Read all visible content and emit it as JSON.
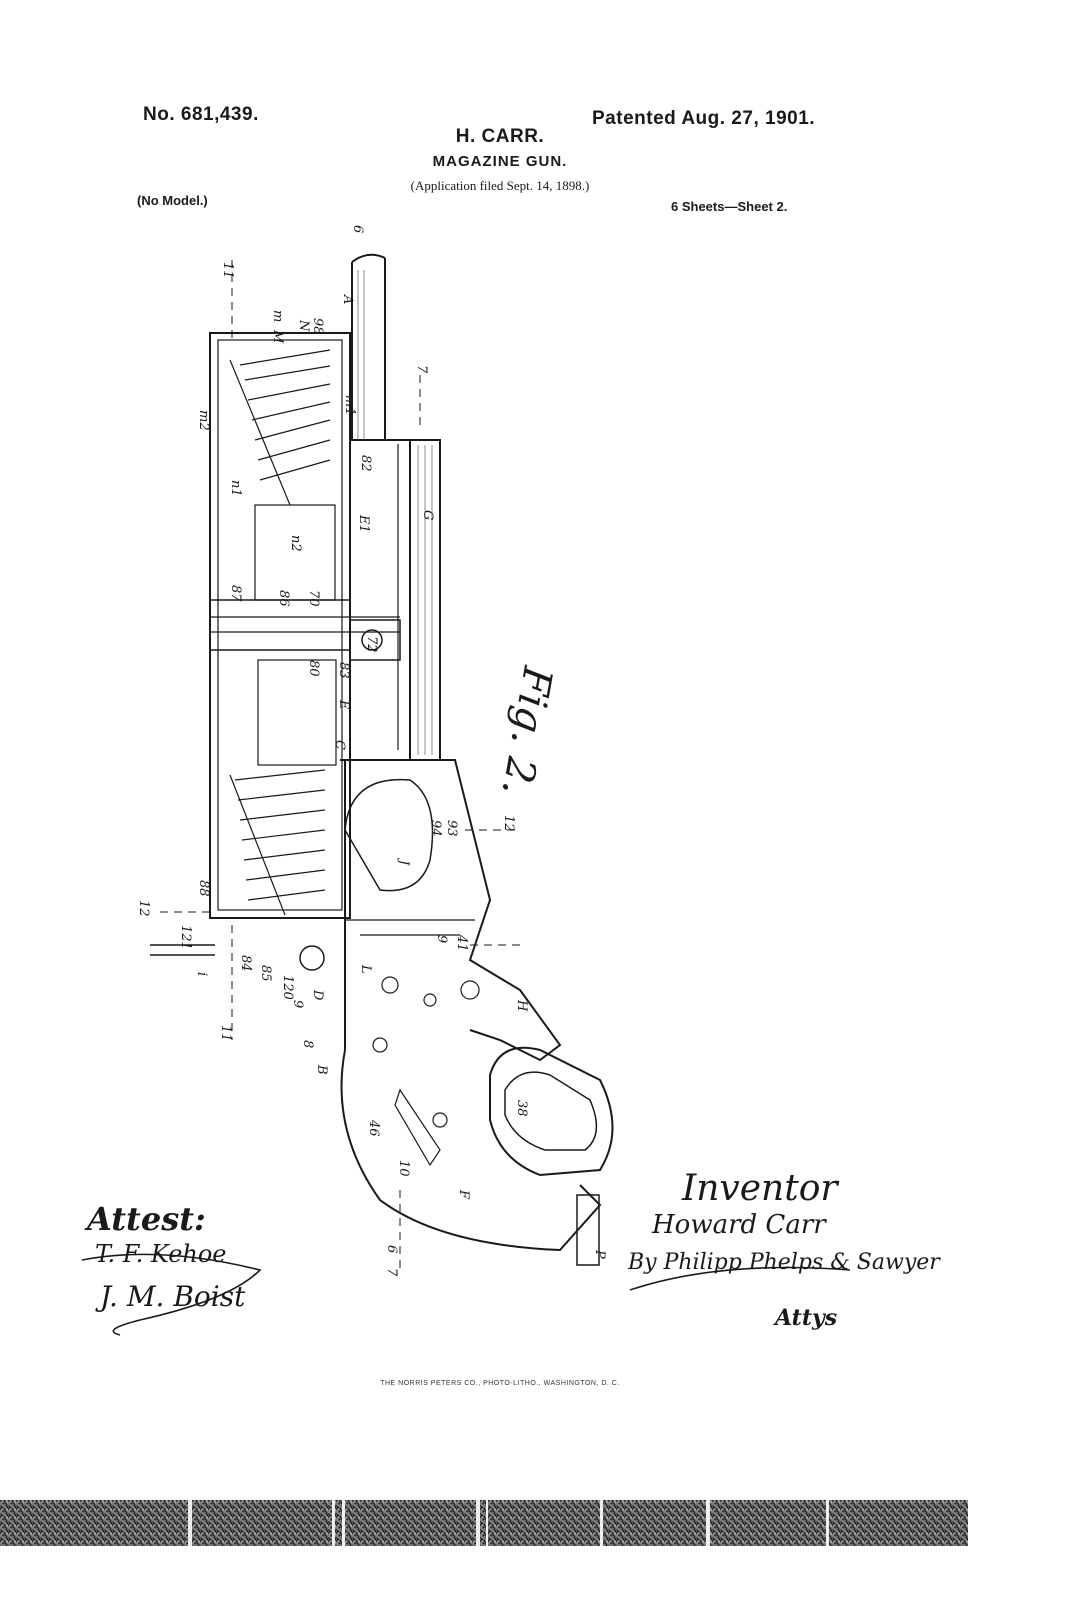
{
  "header": {
    "patent_number": "No. 681,439.",
    "patented": "Patented Aug. 27, 1901.",
    "inventor_name": "H. CARR.",
    "title": "MAGAZINE GUN.",
    "application": "(Application filed Sept. 14, 1898.)",
    "model": "(No Model.)",
    "sheets": "6 Sheets—Sheet 2."
  },
  "figure": {
    "label": "Fig. 2."
  },
  "reference_labels": [
    "11",
    "6",
    "A",
    "m",
    "M",
    "N",
    "98",
    "7",
    "m1",
    "82",
    "m2",
    "n1",
    "n2",
    "E1",
    "G",
    "87",
    "86",
    "70",
    "72",
    "80",
    "83",
    "E",
    "C",
    "12",
    "93",
    "94",
    "J",
    "12",
    "121",
    "88",
    "i",
    "84",
    "85",
    "120",
    "9",
    "D",
    "8",
    "B",
    "9",
    "41",
    "H",
    "L",
    "46",
    "10",
    "F",
    "38",
    "11",
    "6",
    "7",
    "P"
  ],
  "signatures": {
    "attest_label": "Attest:",
    "witness_1": "T. F. Kehoe",
    "witness_2": "J. M. Boist",
    "inventor_label": "Inventor",
    "inventor_signature": "Howard Carr",
    "by_attorneys": "By Philipp Phelps & Sawyer",
    "attys": "Attys"
  },
  "printer": {
    "imprint": "THE NORRIS PETERS CO., PHOTO-LITHO., WASHINGTON, D. C."
  }
}
